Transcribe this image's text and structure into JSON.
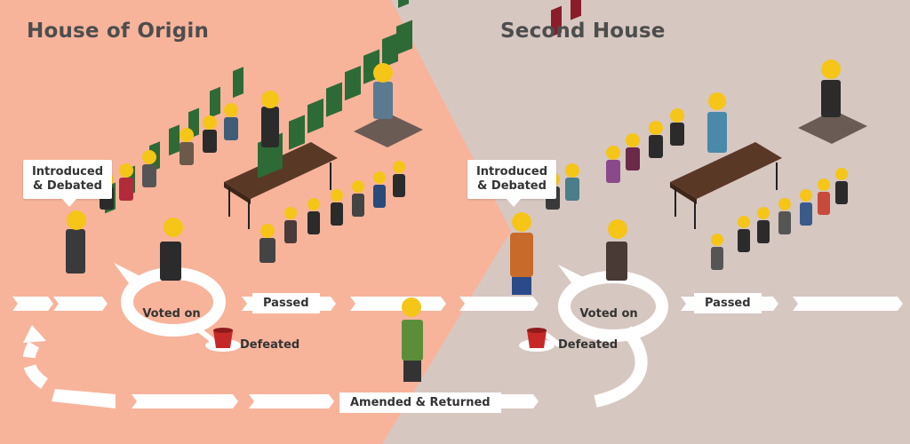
{
  "panels": {
    "left_title": "House of Origin",
    "right_title": "Second House"
  },
  "steps": {
    "left": {
      "introduced": "Introduced & Debated",
      "voted": "Voted on",
      "passed": "Passed",
      "defeated": "Defeated"
    },
    "right": {
      "introduced": "Introduced & Debated",
      "voted": "Voted on",
      "passed": "Passed",
      "defeated": "Defeated"
    },
    "returned": "Amended & Returned"
  },
  "colors": {
    "left_bg": "#f7b49b",
    "right_bg": "#d7c7c1",
    "path": "#ffffff",
    "text": "#333333",
    "title": "#4d4d4d",
    "table": "#5a3826",
    "left_chairs": "#2e6a36",
    "right_chairs": "#8a1d2a",
    "bucket": "#c62828"
  }
}
